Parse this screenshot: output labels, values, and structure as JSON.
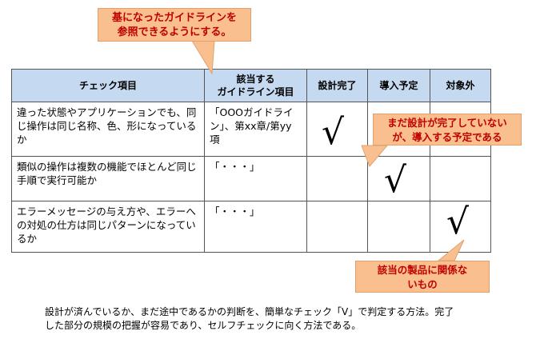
{
  "callouts": {
    "guideline_ref": {
      "line1": "基になったガイドラインを",
      "line2": "参照できるようにする。"
    },
    "planned": {
      "line1": "まだ設計が完了していない",
      "line2": "が、導入する予定である"
    },
    "not_applicable": {
      "line1": "該当の製品に関係な",
      "line2": "いもの"
    }
  },
  "table": {
    "headers": {
      "check_item": "チェック項目",
      "guideline_line1": "該当する",
      "guideline_line2": "ガイドライン項目",
      "design_done": "設計完了",
      "planned": "導入予定",
      "not_applicable": "対象外"
    },
    "rows": [
      {
        "item": "違った状態やアプリケーションでも、同じ操作は同じ名称、色、形になっているか",
        "guideline": "「OOOガイドライン」、第xx章/第yy項",
        "check_column": "design_done"
      },
      {
        "item": "類似の操作は複数の機能でほとんど同じ手順で実行可能か",
        "guideline": "「・・・」",
        "check_column": "planned"
      },
      {
        "item": "エラーメッセージの与え方や、エラーへの対処の仕方は同じパターンになっているか",
        "guideline": "「・・・」",
        "check_column": "not_applicable"
      }
    ],
    "check_mark": "√"
  },
  "summary": {
    "line1": "設計が済んでいるか、まだ途中であるかの判断を、簡単なチェック「V」で判定する方法。完了",
    "line2": "した部分の規模の把握が容易であり、セルフチェックに向く方法である。"
  },
  "colors": {
    "callout_fill": "#f9bf8f",
    "callout_text": "#c00000",
    "header_fill": "#c5d9f1"
  }
}
